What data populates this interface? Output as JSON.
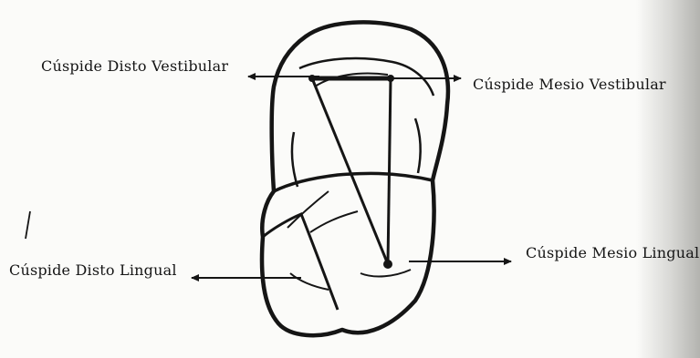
{
  "labels": {
    "disto_vestibular": "Cúspide Disto Vestibular",
    "mesio_vestibular": "Cúspide Mesio Vestibular",
    "disto_lingual": "Cúspide Disto Lingual",
    "mesio_lingual": "Cúspide Mesio Lingual"
  },
  "colors": {
    "ink": "#151515",
    "paper": "#fbfbf9"
  }
}
